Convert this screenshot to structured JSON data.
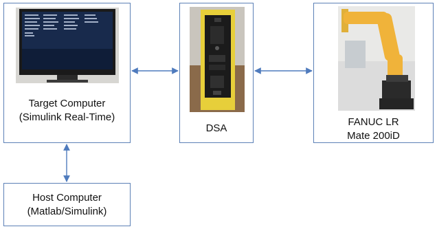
{
  "nodes": {
    "target": {
      "line1": "Target Computer",
      "line2": "(Simulink Real-Time)"
    },
    "dsa": {
      "line1": "DSA"
    },
    "robot": {
      "line1": "FANUC LR",
      "line2": "Mate 200iD"
    },
    "host": {
      "line1": "Host Computer",
      "line2": "(Matlab/Simulink)"
    }
  },
  "edges": [
    {
      "from": "target",
      "to": "dsa",
      "direction": "bidirectional"
    },
    {
      "from": "dsa",
      "to": "robot",
      "direction": "bidirectional"
    },
    {
      "from": "target",
      "to": "host",
      "direction": "bidirectional"
    }
  ],
  "colors": {
    "border": "#5b80b6",
    "arrow": "#4f7bbd"
  }
}
